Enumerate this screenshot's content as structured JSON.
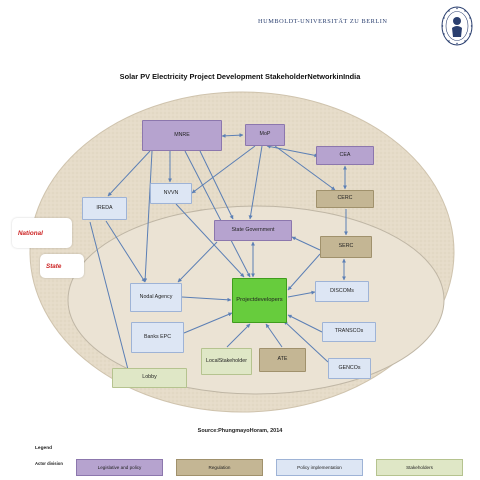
{
  "header": {
    "university": "HUMBOLDT-UNIVERSITÄT ZU BERLIN",
    "title": "Solar PV Electricity  Project Development StakeholderNetworkinIndia"
  },
  "zones": {
    "national": "National",
    "state": "State"
  },
  "nodes": {
    "mnre": "MNRE",
    "mop": "MoP",
    "cea": "CEA",
    "nvvn": "NVVN",
    "ireda": "IREDA",
    "cerc": "CERC",
    "state_government": "State Government",
    "serc": "SERC",
    "nodal_agency": "Nodal Agency",
    "project_developers": "Projectdevelopers",
    "discoms": "DISCOMs",
    "banks_epc": "Banks  EPC",
    "transcos": "TRANSCOs",
    "local_stakeholder": "LocalStakeholder",
    "ate": "ATE",
    "gencos": "GENCOs",
    "lobby": "Lobby"
  },
  "source": "Source:PhungmayoHoram, 2014",
  "legend": {
    "title": "Legend",
    "subtitle": "Actor division",
    "items": [
      "Legislative and policy",
      "Regulation",
      "Policy implementation",
      "Stakeholders"
    ]
  },
  "colors": {
    "legislative": "#b6a3cf",
    "regulation": "#c4b694",
    "implementation": "#dde6f4",
    "stakeholders": "#dfe7c6",
    "center": "#67cc3d",
    "arrow": "#5b7fb5",
    "national_zone": "#e6dcc9",
    "state_zone": "#ece4d5",
    "zone_label": "#cc2222"
  }
}
